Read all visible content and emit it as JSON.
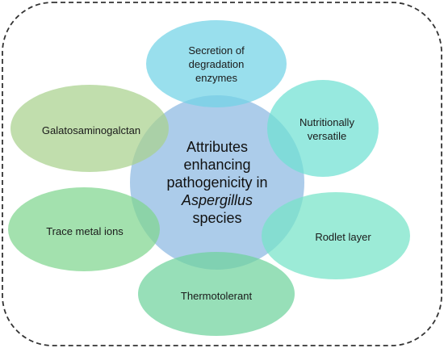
{
  "diagram": {
    "center": {
      "lines": [
        "Attributes",
        "enhancing",
        "pathogenicity in"
      ],
      "italic_word": "Aspergillus",
      "last_word": "species",
      "color": "#9dc3e6"
    },
    "nodes": [
      {
        "key": "secretion",
        "lines": [
          "Secretion of",
          "degradation",
          "enzymes"
        ],
        "color": "#72d2e6"
      },
      {
        "key": "nutrition",
        "lines": [
          "Nutritionally",
          "versatile"
        ],
        "color": "#6fe0d3"
      },
      {
        "key": "rodlet",
        "lines": [
          "Rodlet layer"
        ],
        "color": "#76e3c7"
      },
      {
        "key": "thermo",
        "lines": [
          "Thermotolerant"
        ],
        "color": "#6fd39d"
      },
      {
        "key": "trace",
        "lines": [
          "Trace metal ions"
        ],
        "color": "#7fd58f"
      },
      {
        "key": "galacto",
        "lines": [
          "Galatosaminogalctan"
        ],
        "color": "#a9d18e"
      }
    ],
    "border_color": "#333333"
  }
}
